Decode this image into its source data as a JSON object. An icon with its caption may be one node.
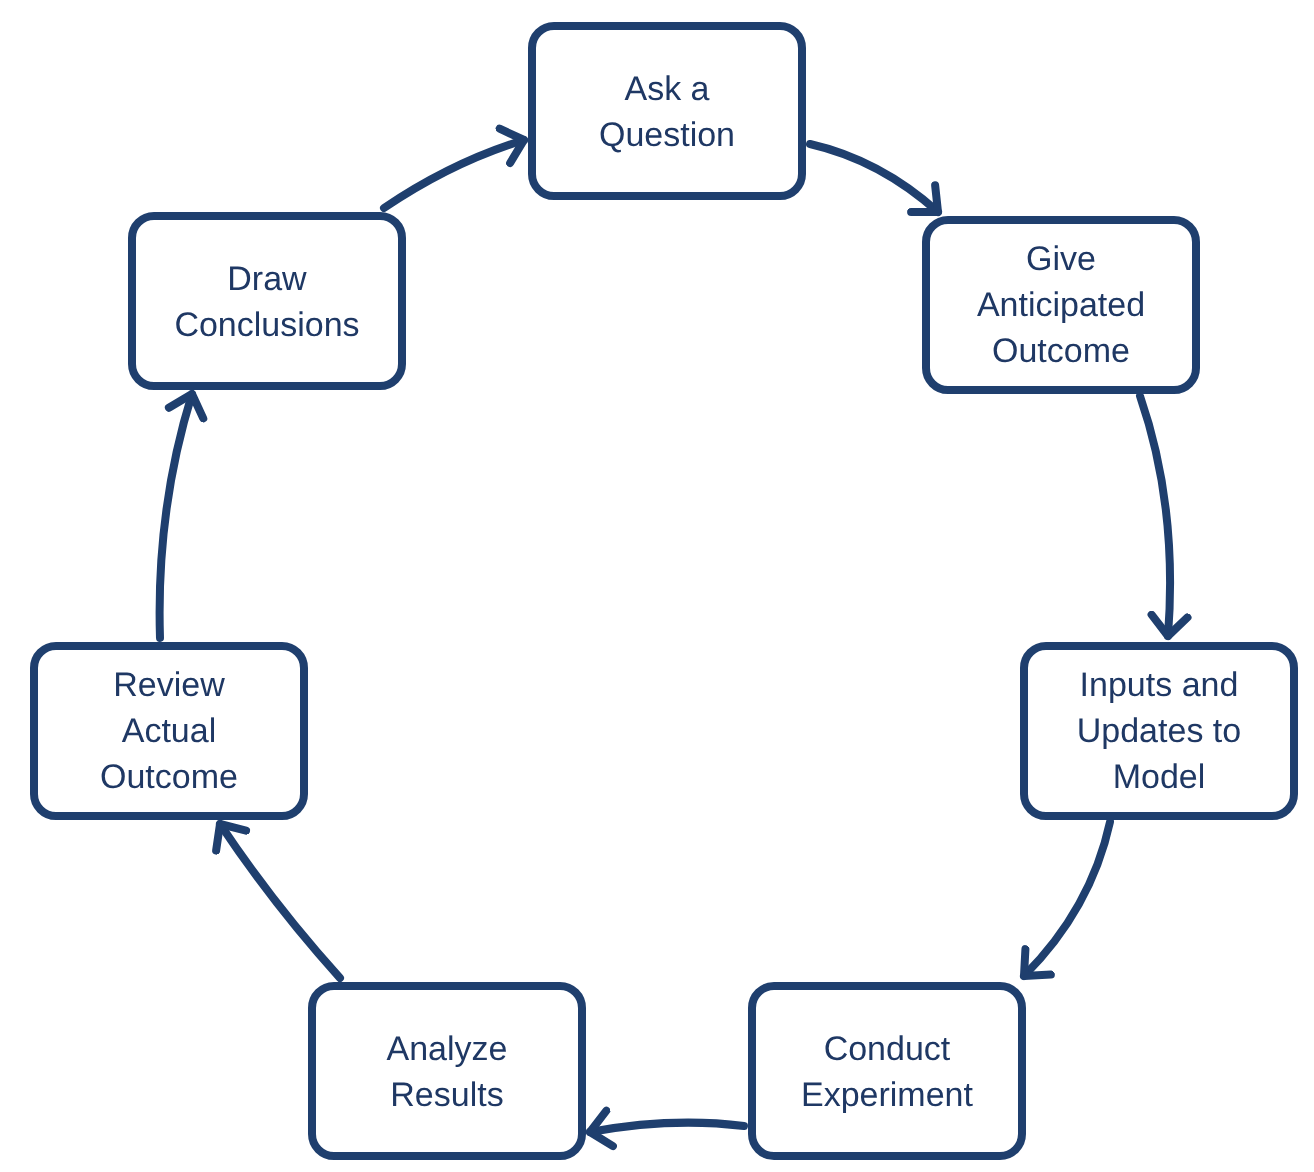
{
  "diagram": {
    "nodes": [
      {
        "text": [
          "Ask a Question"
        ]
      },
      {
        "text": [
          "Give Anticipated Outcome"
        ]
      },
      {
        "text": [
          "Inputs and Updates to Model"
        ]
      },
      {
        "text": [
          "Conduct Experiment"
        ]
      },
      {
        "text": [
          "Analyze Results"
        ]
      },
      {
        "text": [
          "Review Actual Outcome"
        ]
      },
      {
        "text": [
          "Draw Conclusions"
        ]
      }
    ],
    "edges": [
      {
        "from": 0,
        "to": 1,
        "arrow": "to"
      },
      {
        "from": 1,
        "to": 2,
        "arrow": "to"
      },
      {
        "from": 2,
        "to": 3,
        "arrow": "to"
      },
      {
        "from": 3,
        "to": 4,
        "arrow": "to"
      },
      {
        "from": 4,
        "to": 5,
        "arrow": "to"
      },
      {
        "from": 5,
        "to": 6,
        "arrow": "to"
      },
      {
        "from": 6,
        "to": 0,
        "arrow": "to"
      }
    ]
  }
}
